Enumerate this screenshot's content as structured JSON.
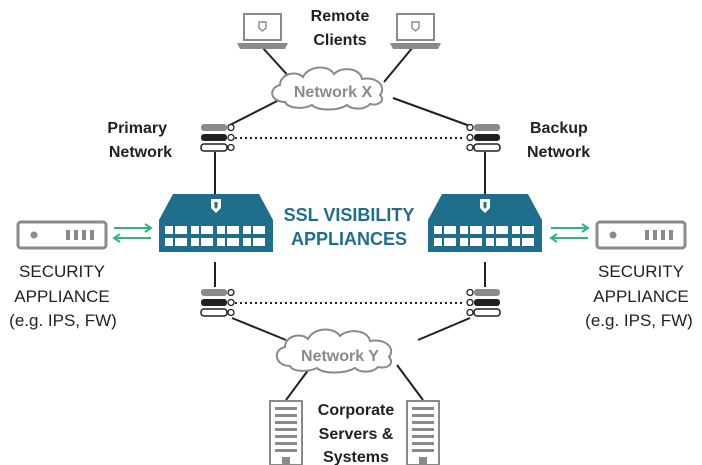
{
  "colors": {
    "teal": "#1f6e8c",
    "dark": "#231f20",
    "gray": "#8a8a8a",
    "green": "#2fb779",
    "white": "#ffffff"
  },
  "labels": {
    "remote_clients": [
      "Remote",
      "Clients"
    ],
    "network_x": "Network X",
    "network_y": "Network Y",
    "primary_network": [
      "Primary",
      "Network"
    ],
    "backup_network": [
      "Backup",
      "Network"
    ],
    "ssl_appliances": [
      "SSL VISIBILITY",
      "APPLIANCES"
    ],
    "security_left": [
      "SECURITY",
      "APPLIANCE",
      "(e.g. IPS, FW)"
    ],
    "security_right": [
      "SECURITY",
      "APPLIANCE",
      "(e.g. IPS, FW)"
    ],
    "corporate_servers": [
      "Corporate",
      "Servers &",
      "Systems"
    ]
  },
  "icons": {
    "laptop": "laptop-icon",
    "cloud": "cloud-icon",
    "switch": "network-switch-icon",
    "appliance": "ssl-appliance-icon",
    "security_device": "security-appliance-icon",
    "server": "server-tower-icon",
    "shield": "shield-icon",
    "arrows": "bidirectional-arrows-icon"
  }
}
